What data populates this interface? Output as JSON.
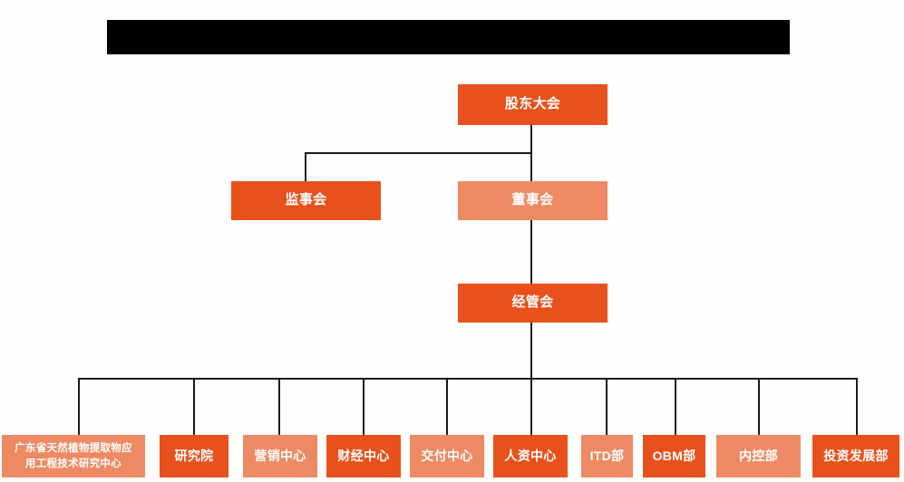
{
  "page": {
    "title_bar": {
      "name": "redacted-title-bar",
      "color": "#000000",
      "label": ""
    },
    "background_color": "#fefefe",
    "line_color": "#1a1a1a"
  },
  "palette": {
    "primary_orange": "#E8511B",
    "light_orange": "#EE8A63",
    "text_on_node": "#ffffff"
  },
  "org_chart": {
    "levels": [
      {
        "level": 1,
        "nodes": [
          {
            "id": "shareholders",
            "label": "股东大会",
            "color": "#E8511B"
          }
        ]
      },
      {
        "level": 2,
        "nodes": [
          {
            "id": "supervisors",
            "label": "监事会",
            "color": "#E8511B"
          },
          {
            "id": "directors",
            "label": "董事会",
            "color": "#EE8A63"
          }
        ]
      },
      {
        "level": 3,
        "nodes": [
          {
            "id": "management",
            "label": "经管会",
            "color": "#E8511B"
          }
        ]
      },
      {
        "level": 4,
        "nodes": [
          {
            "id": "research-center",
            "label": "广东省天然植物提取物应用工程技术研究中心",
            "line1": "广东省天然植物提取物应",
            "line2": "用工程技术研究中心",
            "color": "#EE8A63"
          },
          {
            "id": "institute",
            "label": "研究院",
            "color": "#E8511B"
          },
          {
            "id": "marketing-center",
            "label": "营销中心",
            "color": "#EE8A63"
          },
          {
            "id": "finance-center",
            "label": "财经中心",
            "color": "#E8511B"
          },
          {
            "id": "delivery-center",
            "label": "交付中心",
            "color": "#EE8A63"
          },
          {
            "id": "hr-center",
            "label": "人资中心",
            "color": "#E8511B"
          },
          {
            "id": "itd-dept",
            "label": "ITD部",
            "color": "#EE8A63"
          },
          {
            "id": "obm-dept",
            "label": "OBM部",
            "color": "#E8511B"
          },
          {
            "id": "internal-control-dept",
            "label": "内控部",
            "color": "#EE8A63"
          },
          {
            "id": "investment-development-dept",
            "label": "投资发展部",
            "color": "#E8511B"
          }
        ]
      }
    ]
  }
}
